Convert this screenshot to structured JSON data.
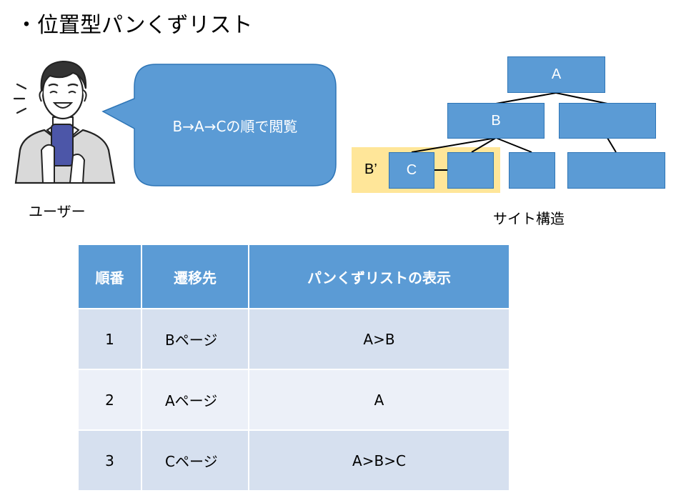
{
  "title": "・位置型パンくずリスト",
  "user": {
    "caption": "ユーザー",
    "speech": "B→A→Cの順で閲覧"
  },
  "site": {
    "caption": "サイト構造",
    "nodes": {
      "root": "A",
      "b": "B",
      "c": "C"
    },
    "highlight_label": "B’"
  },
  "table": {
    "headers": [
      "順番",
      "遷移先",
      "パンくずリストの表示"
    ],
    "rows": [
      {
        "order": "1",
        "dest": "Bページ",
        "crumb": "A>B"
      },
      {
        "order": "2",
        "dest": "Aページ",
        "crumb": "A"
      },
      {
        "order": "3",
        "dest": "Cページ",
        "crumb": "A>B>C"
      }
    ]
  },
  "colors": {
    "box": "#5b9bd5",
    "highlight": "#ffe699",
    "row_dark": "#d6e0ef",
    "row_light": "#ecf0f8"
  }
}
